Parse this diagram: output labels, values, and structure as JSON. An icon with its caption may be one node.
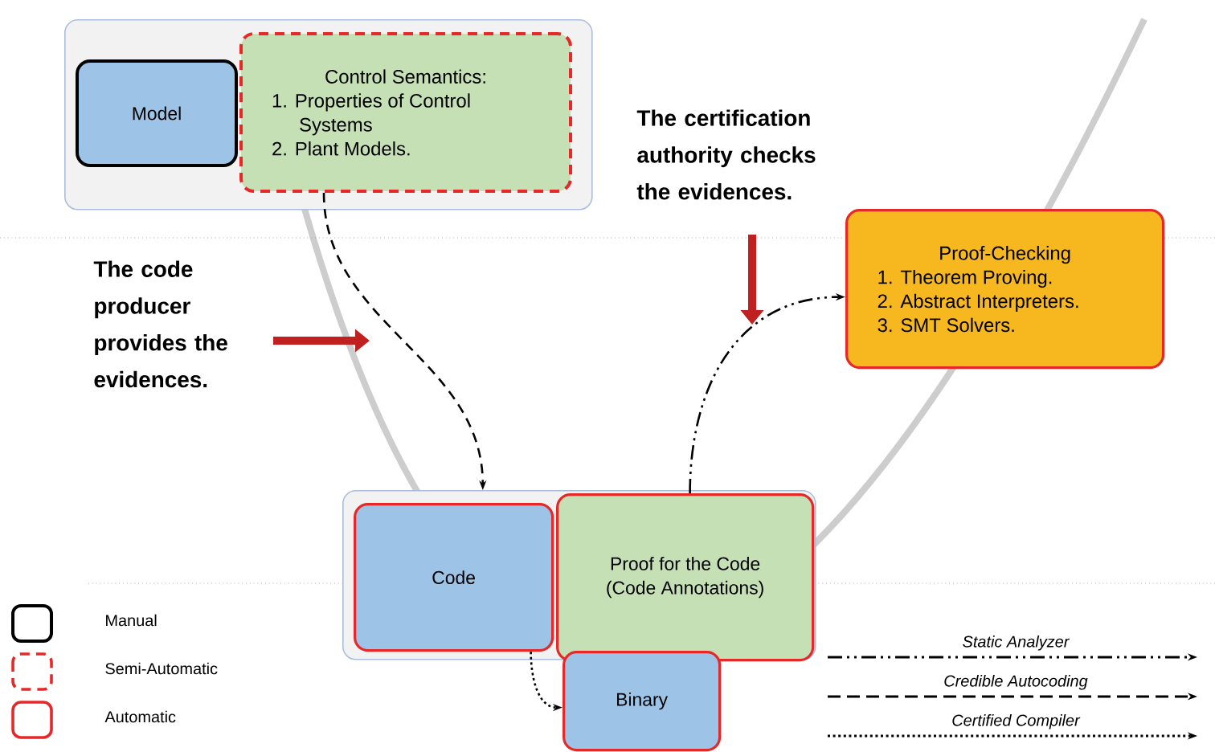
{
  "diagram": {
    "nodes": [
      {
        "text": [],
        "shape": "box"
      },
      {
        "text": [
          "Model"
        ],
        "in": 0
      },
      {
        "text": [
          "Control Semantics:",
          "1. Properties of Control Systems",
          "2. Plant Models."
        ],
        "in": 0
      },
      {
        "text": [
          "Proof-Checking",
          "1. Theorem Proving.",
          "2. Abstract Interpreters.",
          "3. SMT Solvers."
        ]
      },
      {
        "text": [],
        "shape": "box"
      },
      {
        "text": [
          "Code"
        ],
        "in": 4
      },
      {
        "text": [
          "Proof for the Code (Code Annotations)"
        ],
        "in": 4
      },
      {
        "text": [
          "Binary"
        ]
      }
    ],
    "edges": [
      {
        "from": 2,
        "to": 4,
        "arrow": "to",
        "style": "dashed"
      },
      {
        "from": 6,
        "to": 3,
        "arrow": "to",
        "style": "dashed"
      },
      {
        "from": 5,
        "to": 7,
        "arrow": "to",
        "style": "dashed"
      }
    ],
    "labels": [
      "The code producer provides the evidences.",
      "The certification authority checks the evidences."
    ],
    "legend": [
      {
        "text": "Manual"
      },
      {
        "text": "Semi-Automatic"
      },
      {
        "text": "Automatic"
      },
      {
        "text": "Static Analyzer"
      },
      {
        "text": "Credible Autocoding"
      },
      {
        "text": "Certified Compiler"
      }
    ]
  }
}
